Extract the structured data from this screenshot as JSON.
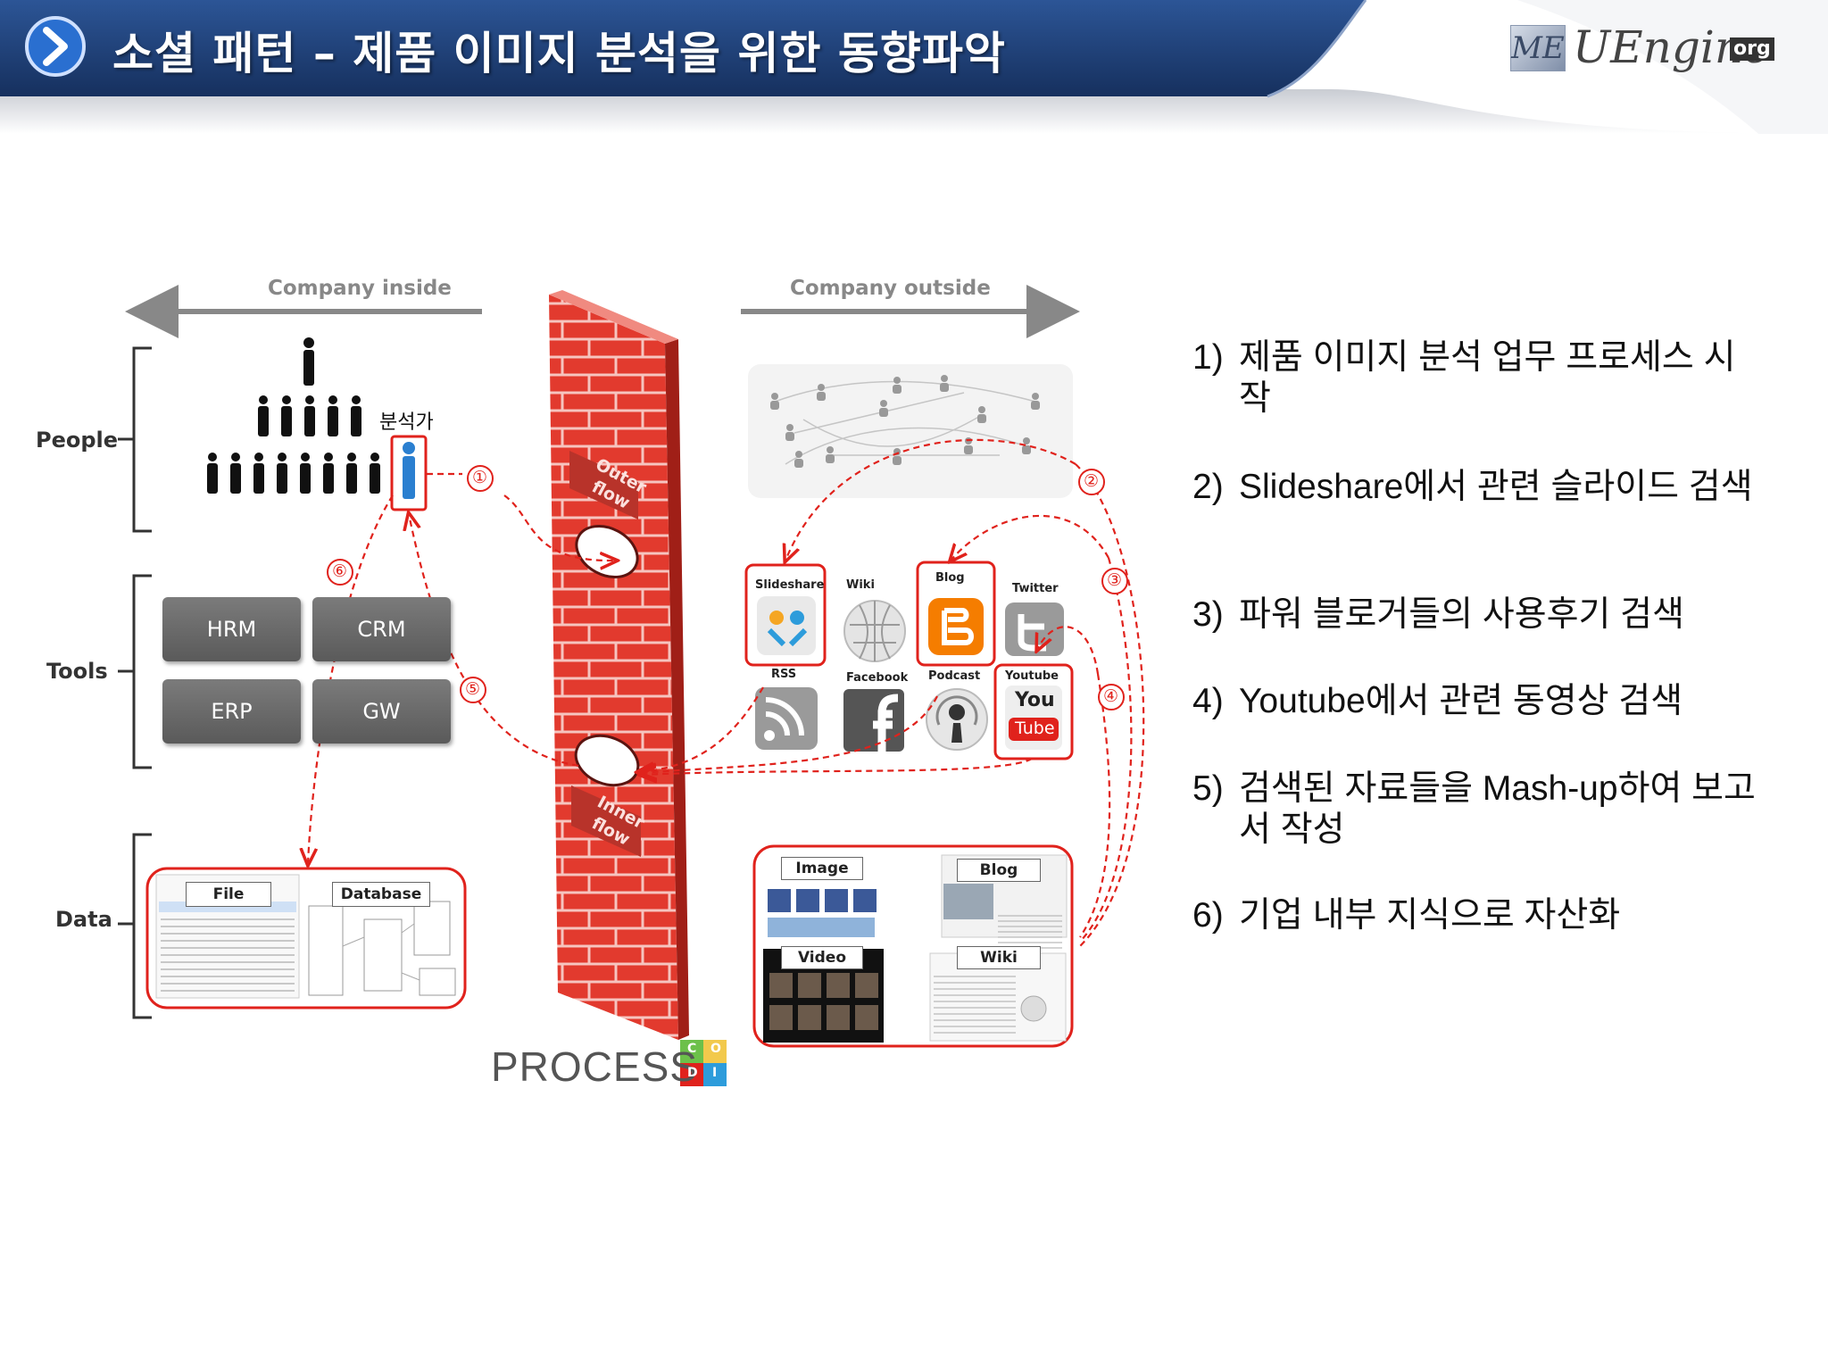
{
  "header": {
    "title": "소셜 패턴 – 제품 이미지 분석을 위한 동향파악",
    "logo_mark": "ME",
    "logo_text": "UEngine",
    "logo_suffix": "org"
  },
  "diagram": {
    "company_inside": "Company inside",
    "company_outside": "Company outside",
    "sections": {
      "people": "People",
      "tools": "Tools",
      "data": "Data"
    },
    "analyst_label": "분석가",
    "tools": [
      "HRM",
      "CRM",
      "ERP",
      "GW"
    ],
    "data_boxes": {
      "file": "File",
      "database": "Database"
    },
    "wall": {
      "outer_flow": "Outer flow",
      "inner_flow": "Inner flow"
    },
    "social_icons": {
      "slideshare": "Slideshare",
      "wiki": "Wiki",
      "blog": "Blog",
      "twitter": "Twitter",
      "rss": "RSS",
      "facebook": "Facebook",
      "podcast": "Podcast",
      "youtube": "Youtube"
    },
    "youtube_logo": {
      "you": "You",
      "tube": "Tube"
    },
    "media_boxes": {
      "image": "Image",
      "blog": "Blog",
      "video": "Video",
      "wiki": "Wiki"
    },
    "step_markers": [
      "①",
      "②",
      "③",
      "④",
      "⑤",
      "⑥"
    ],
    "process_label": "PROCESS",
    "process_cube": [
      "C",
      "O",
      "D",
      "I"
    ]
  },
  "steps": [
    {
      "num": "1)",
      "text": "제품 이미지 분석 업무 프로세스 시작"
    },
    {
      "num": "2)",
      "text": "Slideshare에서 관련 슬라이드 검색"
    },
    {
      "num": "3)",
      "text": "파워 블로거들의 사용후기 검색"
    },
    {
      "num": "4)",
      "text": "Youtube에서 관련 동영상 검색"
    },
    {
      "num": "5)",
      "text": "검색된 자료들을 Mash-up하여 보고서 작성"
    },
    {
      "num": "6)",
      "text": "기업 내부 지식으로 자산화"
    }
  ],
  "colors": {
    "accent_red": "#e0221c",
    "header_blue": "#1e3f7a",
    "tool_gray": "#666666"
  }
}
